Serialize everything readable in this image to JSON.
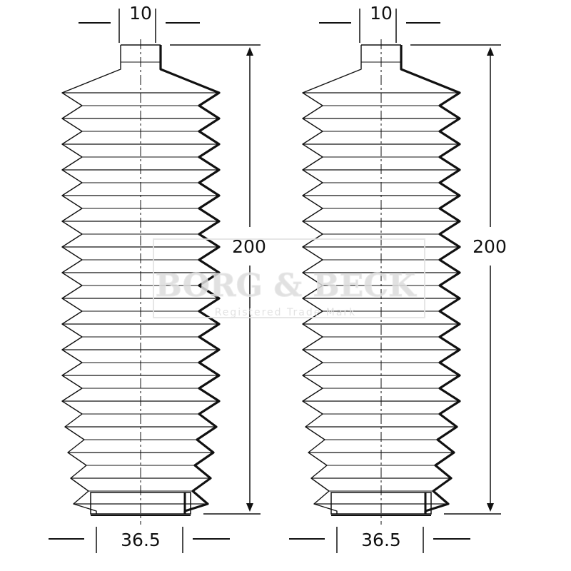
{
  "colors": {
    "line": "#111111",
    "watermark": "#d9d9d9",
    "background": "#ffffff"
  },
  "watermark": {
    "brand": "BORG & BECK",
    "tagline": "Registered Trade Mark"
  },
  "boots": [
    {
      "neck_dim": "10",
      "length_dim": "200",
      "base_dim": "36.5"
    },
    {
      "neck_dim": "10",
      "length_dim": "200",
      "base_dim": "36.5"
    }
  ]
}
